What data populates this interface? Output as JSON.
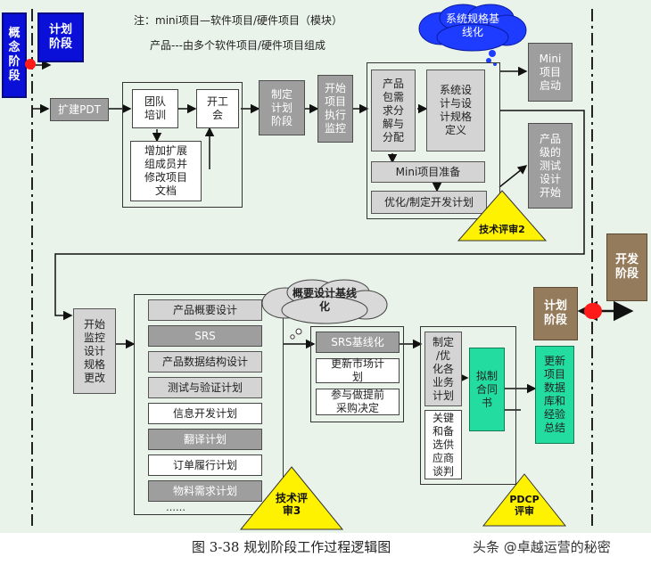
{
  "notes": {
    "line1": "注：mini项目—软件项目/硬件项目（模块）",
    "line2": "产品---由多个软件项目/硬件项目组成"
  },
  "phases": {
    "concept": "概\n念\n阶\n段",
    "plan_top": "计划\n阶段",
    "plan_bottom": "计划\n阶段",
    "dev": "开发\n阶段"
  },
  "top_flow": {
    "expand_pdt": "扩建PDT",
    "team_training": "团队\n培训",
    "kickoff": "开工\n会",
    "add_members": "增加扩展\n组成员并\n修改项目\n文档",
    "make_plan": "制定\n计划\n阶段",
    "start_monitor": "开始\n项目\n执行\n监控",
    "product_req": "产品\n包需\n求分\n解与\n分配",
    "sys_design": "系统设\n计与设\n计规格\n定义",
    "mini_prep": "Mini项目准备",
    "optimize_plan": "优化/制定开发计划",
    "mini_start": "Mini\n项目\n启动",
    "product_test": "产品\n级的\n测试\n设计\n开始"
  },
  "bottom_flow": {
    "start_monitor_spec": "开始\n监控\n设计\n规格\n更改",
    "list": [
      "产品概要设计",
      "SRS",
      "产品数据结构设计",
      "测试与验证计划",
      "信息开发计划",
      "翻译计划",
      "订单履行计划",
      "物料需求计划"
    ],
    "ellipsis": "……",
    "srs_baseline": "SRS基线化",
    "update_market": "更新市场计\n划",
    "procurement": "参与做提前\n采购决定",
    "business_plan": "制定\n/优\n化各\n业务\n计划",
    "key_suppliers": "关键\n和备\n选供\n应商\n谈判",
    "contract": "拟制\n合同\n书",
    "update_db": "更新\n项目\n数据\n库和\n经验\n总结"
  },
  "clouds": {
    "sys_spec_baseline": "系统规格基\n线化",
    "concept_design_baseline": "概要设计基线\n化"
  },
  "reviews": {
    "tr2": "技术评审2",
    "tr3": "技术评\n审3",
    "pdcp": "PDCP\n评审"
  },
  "caption": "图 3-38 规划阶段工作过程逻辑图",
  "watermark": "头条 @卓越运营的秘密",
  "colors": {
    "background": "#eaf3ea",
    "concept_blue": "#0a10d8",
    "phase_brown": "#947b5c",
    "box_grey": "#9e9e9e",
    "box_light": "#d4d4d4",
    "green": "#22dca0",
    "cloud_blue": "#1e3cff",
    "triangle": "#fff200",
    "milestone_red": "#ff1a1a"
  }
}
